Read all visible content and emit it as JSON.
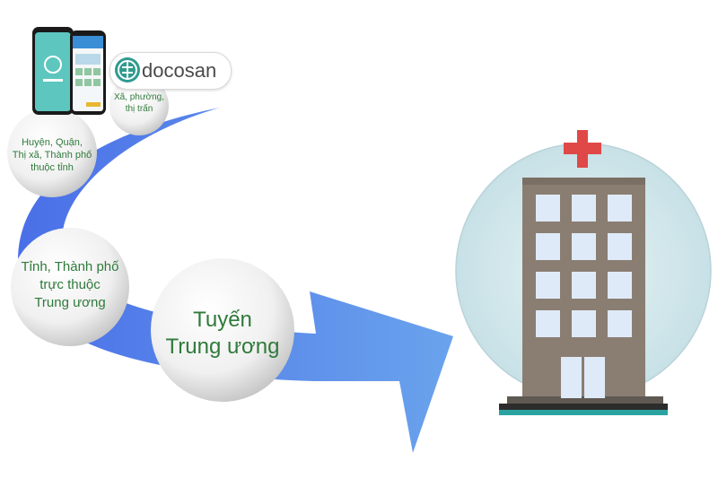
{
  "brand": {
    "name": "docosan"
  },
  "levels": [
    {
      "label": "Xã, phường,\nthị trấn"
    },
    {
      "label": "Huyện, Quận,\nThị xã, Thành phố\nthuộc tỉnh"
    },
    {
      "label": "Tỉnh, Thành phố\ntrực thuộc\nTrung ương"
    },
    {
      "label": "Tuyến\nTrung ương"
    }
  ],
  "colors": {
    "arrow_dark": "#4a6fe8",
    "arrow_light": "#6aa3ec",
    "text_green": "#2f7a3a",
    "dome": "#d8ecf0",
    "building": "#8a7e72",
    "window": "#dfeaf8",
    "cross": "#e04848",
    "base_dark": "#2c2c2c",
    "base_teal": "#2aa3a0"
  },
  "icons": [
    "phone-app-icon",
    "docosan-logo-icon",
    "hospital-building-icon",
    "red-cross-icon"
  ]
}
